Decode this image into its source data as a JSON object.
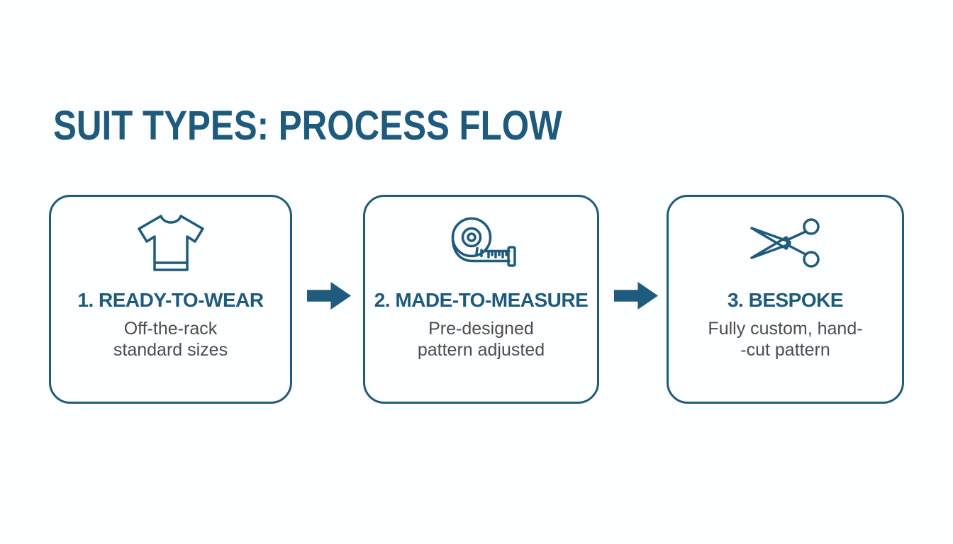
{
  "title": "SUIT TYPES: PROCESS FLOW",
  "colors": {
    "teal": "#1e5b7c",
    "heading": "#1d5a7c",
    "body_text": "#4d4d4d",
    "background": "#fdfeff"
  },
  "steps": [
    {
      "icon": "tshirt-icon",
      "heading": "1. READY-TO-WEAR",
      "description_lines": [
        "Off-the-rack",
        "standard sizes"
      ]
    },
    {
      "icon": "measuring-tape-icon",
      "heading": "2. MADE-TO-MEASURE",
      "description_lines": [
        "Pre-designed",
        "pattern adjusted"
      ]
    },
    {
      "icon": "scissors-icon",
      "heading": "3. BESPOKE",
      "description_lines": [
        "Fully custom, hand-",
        "-cut pattern"
      ]
    }
  ]
}
